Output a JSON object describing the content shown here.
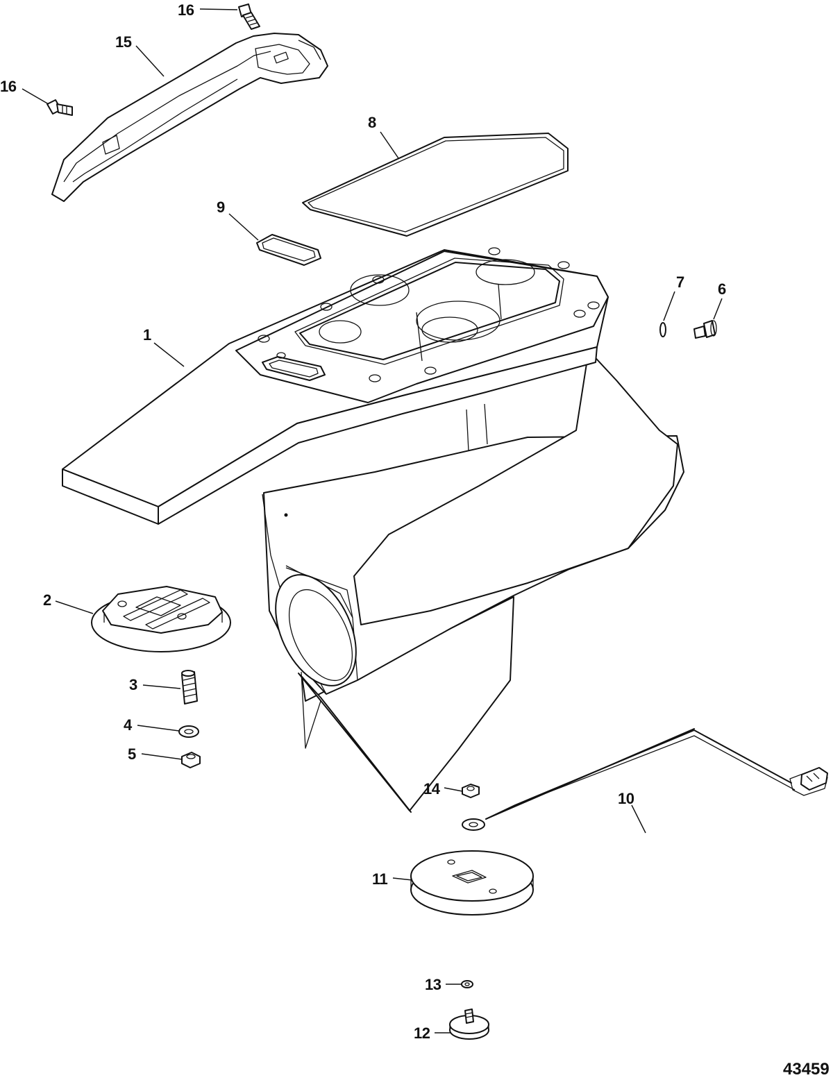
{
  "figure_number": "43459",
  "callouts": {
    "c1": "1",
    "c2": "2",
    "c3": "3",
    "c4": "4",
    "c5": "5",
    "c6": "6",
    "c7": "7",
    "c8": "8",
    "c9": "9",
    "c10": "10",
    "c11": "11",
    "c12": "12",
    "c13": "13",
    "c14": "14",
    "c15": "15",
    "c16a": "16",
    "c16b": "16"
  }
}
